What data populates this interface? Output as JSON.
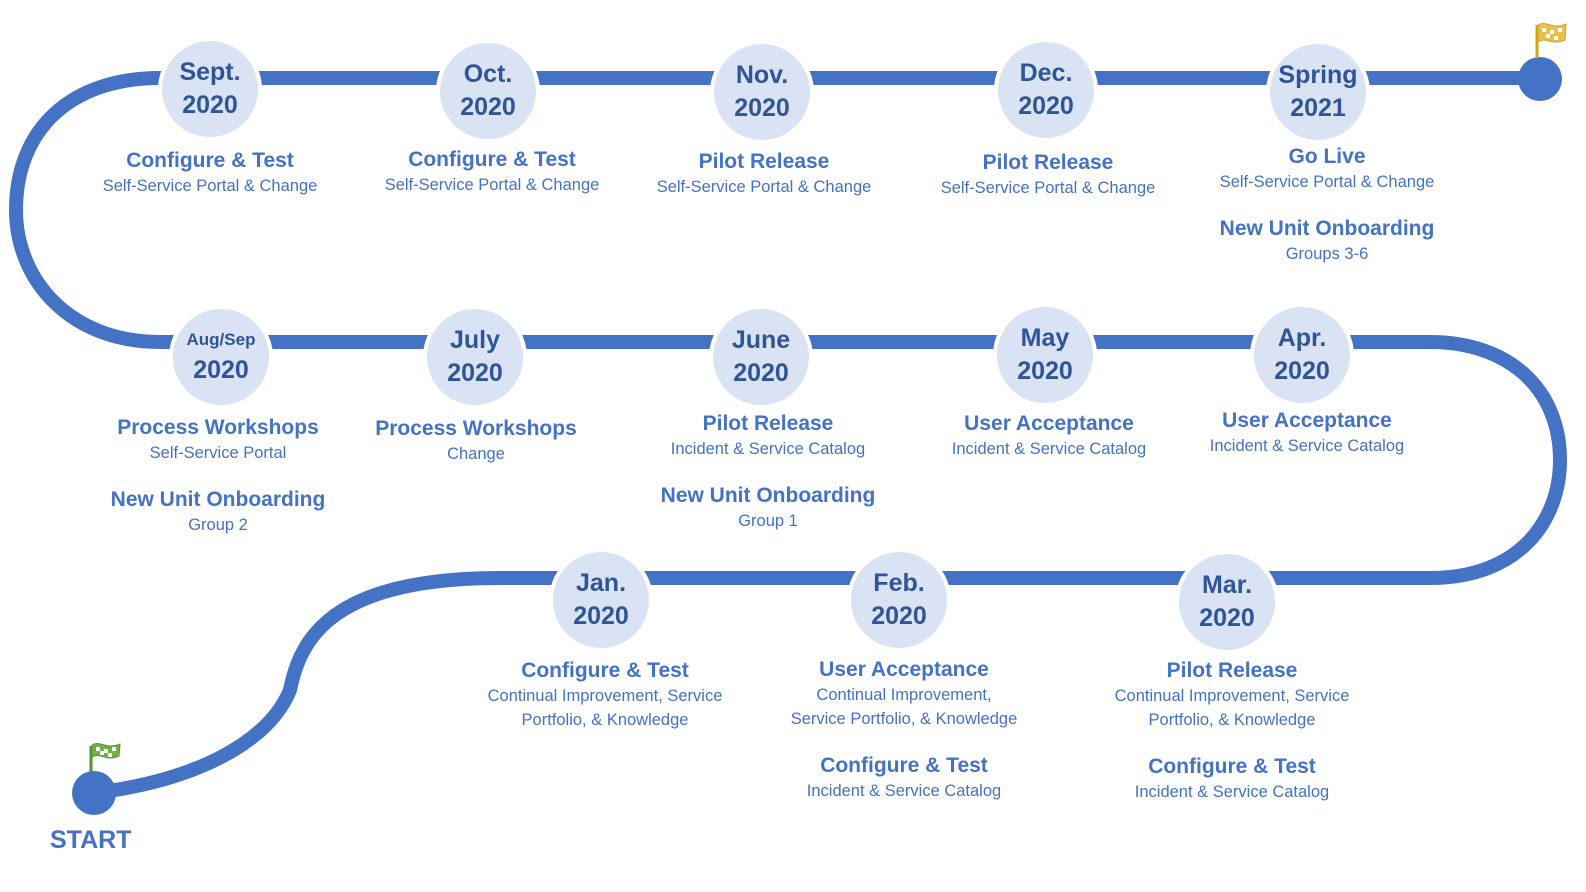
{
  "colors": {
    "track": "#4472c4",
    "milestone_fill": "#dae3f3",
    "date_text": "#2f5597",
    "label_text": "#4472c4",
    "start_flag": "#4e9a2e",
    "finish_flag": "#d4a21c"
  },
  "start_label": "START",
  "icons": {
    "start": "green-checkered-flag-icon",
    "finish": "gold-checkered-flag-icon"
  },
  "milestones": [
    {
      "month": "Jan.",
      "year": "2020",
      "items": [
        {
          "title": "Configure & Test",
          "sub": [
            "Continual Improvement, Service",
            "Portfolio, & Knowledge"
          ]
        }
      ]
    },
    {
      "month": "Feb.",
      "year": "2020",
      "items": [
        {
          "title": "User Acceptance",
          "sub": [
            "Continual Improvement,",
            "Service Portfolio, & Knowledge"
          ]
        },
        {
          "title": "Configure & Test",
          "sub": [
            "Incident & Service Catalog"
          ]
        }
      ]
    },
    {
      "month": "Mar.",
      "year": "2020",
      "items": [
        {
          "title": "Pilot Release",
          "sub": [
            "Continual Improvement, Service",
            "Portfolio, & Knowledge"
          ]
        },
        {
          "title": "Configure & Test",
          "sub": [
            "Incident & Service Catalog"
          ]
        }
      ]
    },
    {
      "month": "Apr.",
      "year": "2020",
      "items": [
        {
          "title": "User Acceptance",
          "sub": [
            "Incident & Service Catalog"
          ]
        }
      ]
    },
    {
      "month": "May",
      "year": "2020",
      "items": [
        {
          "title": "User Acceptance",
          "sub": [
            "Incident & Service Catalog"
          ]
        }
      ]
    },
    {
      "month": "June",
      "year": "2020",
      "items": [
        {
          "title": "Pilot Release",
          "sub": [
            "Incident & Service Catalog"
          ]
        },
        {
          "title": "New Unit Onboarding",
          "sub": [
            "Group 1"
          ]
        }
      ]
    },
    {
      "month": "July",
      "year": "2020",
      "items": [
        {
          "title": "Process Workshops",
          "sub": [
            "Change"
          ]
        }
      ]
    },
    {
      "month": "Aug/Sep",
      "year": "2020",
      "items": [
        {
          "title": "Process Workshops",
          "sub": [
            "Self-Service Portal"
          ]
        },
        {
          "title": "New Unit Onboarding",
          "sub": [
            "Group 2"
          ]
        }
      ]
    },
    {
      "month": "Sept.",
      "year": "2020",
      "items": [
        {
          "title": "Configure & Test",
          "sub": [
            "Self-Service Portal & Change"
          ]
        }
      ]
    },
    {
      "month": "Oct.",
      "year": "2020",
      "items": [
        {
          "title": "Configure & Test",
          "sub": [
            "Self-Service Portal & Change"
          ]
        }
      ]
    },
    {
      "month": "Nov.",
      "year": "2020",
      "items": [
        {
          "title": "Pilot Release",
          "sub": [
            "Self-Service Portal & Change"
          ]
        }
      ]
    },
    {
      "month": "Dec.",
      "year": "2020",
      "items": [
        {
          "title": "Pilot Release",
          "sub": [
            "Self-Service Portal & Change"
          ]
        }
      ]
    },
    {
      "month": "Spring",
      "year": "2021",
      "items": [
        {
          "title": "Go Live",
          "sub": [
            "Self-Service Portal & Change"
          ]
        },
        {
          "title": "New Unit Onboarding",
          "sub": [
            "Groups 3-6"
          ]
        }
      ]
    }
  ]
}
